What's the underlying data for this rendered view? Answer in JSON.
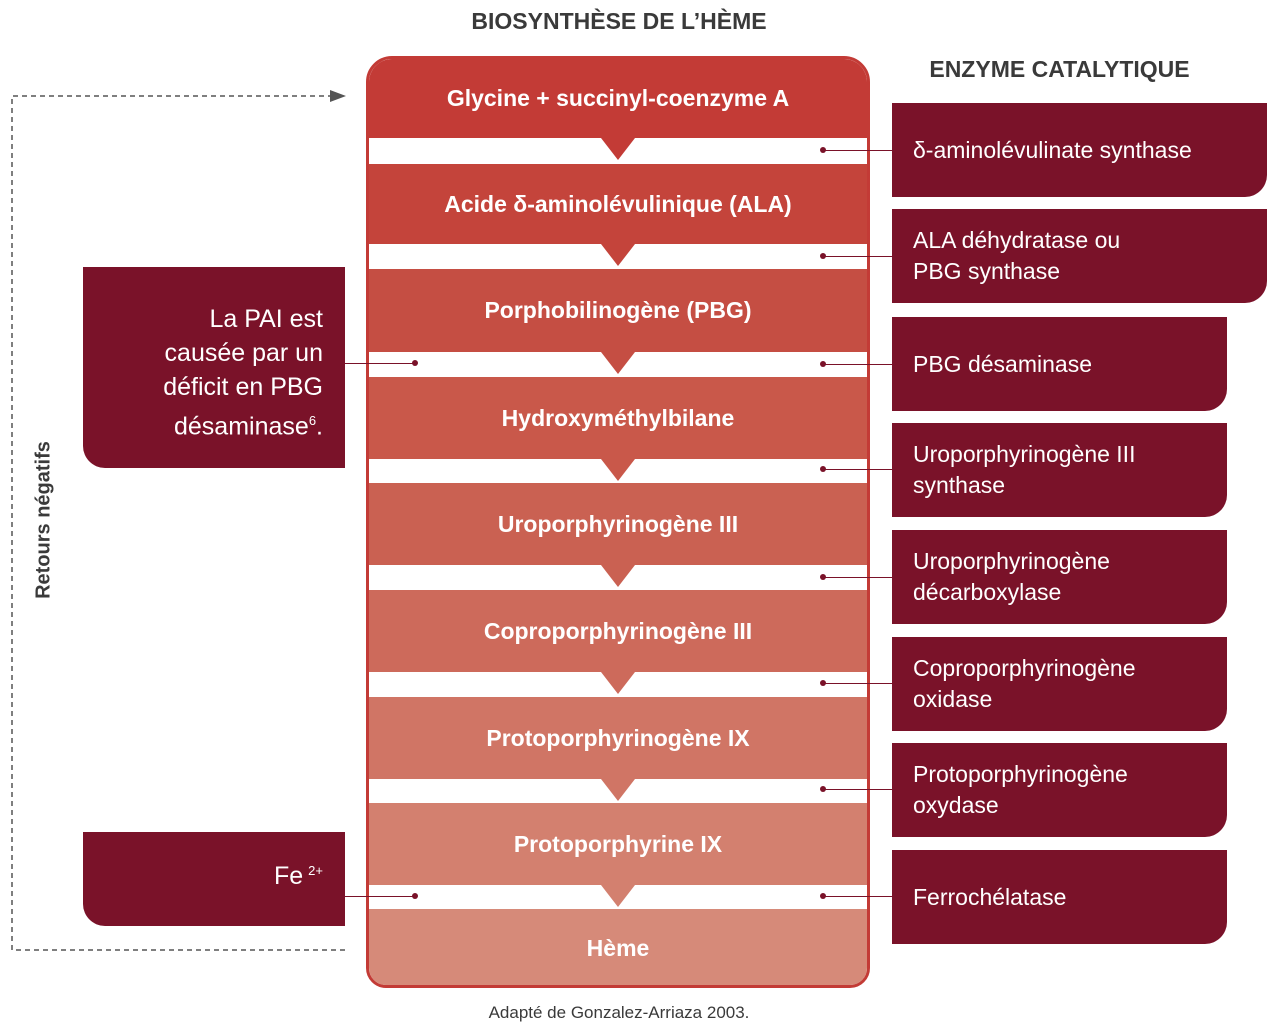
{
  "header": {
    "title": "BIOSYNTHÈSE DE L’HÈME",
    "enzyme_title": "ENZYME CATALYTIQUE"
  },
  "pathway": {
    "steps": [
      "Glycine + succinyl-coenzyme A",
      "Acide δ-aminolévulinique (ALA)",
      "Porphobilinogène (PBG)",
      "Hydroxyméthylbilane",
      "Uroporphyrinogène III",
      "Coproporphyrinogène III",
      "Protoporphyrinogène IX",
      "Protoporphyrine IX",
      "Hème"
    ],
    "colors": [
      "#c33b36",
      "#c4443b",
      "#c54e43",
      "#c9584a",
      "#ca6152",
      "#cd6a5b",
      "#d07565",
      "#d3806f",
      "#d68a79"
    ]
  },
  "enzymes": [
    {
      "line1": "δ-aminolévulinate synthase",
      "line2": ""
    },
    {
      "line1": "ALA déhydratase ou",
      "line2": "PBG synthase"
    },
    {
      "line1": "PBG désaminase",
      "line2": ""
    },
    {
      "line1": "Uroporphyrinogène III",
      "line2": "synthase"
    },
    {
      "line1": "Uroporphyrinogène",
      "line2": "décarboxylase"
    },
    {
      "line1": "Coproporphyrinogène",
      "line2": "oxidase"
    },
    {
      "line1": "Protoporphyrinogène",
      "line2": "oxydase"
    },
    {
      "line1": "Ferrochélatase",
      "line2": ""
    }
  ],
  "pai_note": {
    "lines": [
      "La PAI est",
      "causée par un",
      "déficit en PBG",
      "désaminase"
    ],
    "superscript": "6",
    "suffix": "."
  },
  "iron_note": {
    "text": "Fe",
    "superscript": "2+"
  },
  "feedback_label": "Retours négatifs",
  "caption": "Adapté de Gonzalez-Arriaza 2003.",
  "colors": {
    "enzyme_box": "#7a1229",
    "frame": "#c33b36",
    "text_dark": "#3a3a3a",
    "arrow_line": "#555555"
  }
}
